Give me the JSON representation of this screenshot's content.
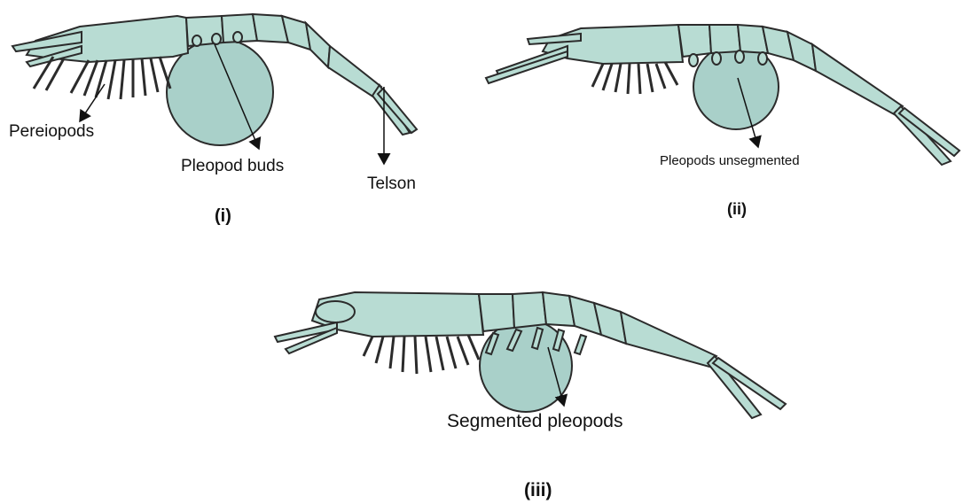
{
  "colors": {
    "body_fill": "#b8dcd3",
    "outline": "#2b2b2b",
    "pleopod_circle": "#a9d0c9",
    "label_text": "#111111"
  },
  "panels": [
    {
      "id": "i",
      "panel_label": "(i)",
      "labels": {
        "pereiopods": "Pereiopods",
        "pleopod_buds": "Pleopod buds",
        "telson": "Telson"
      }
    },
    {
      "id": "ii",
      "panel_label": "(ii)",
      "labels": {
        "pleopods": "Pleopods unsegmented"
      }
    },
    {
      "id": "iii",
      "panel_label": "(iii)",
      "labels": {
        "pleopods": "Segmented pleopods"
      }
    }
  ]
}
